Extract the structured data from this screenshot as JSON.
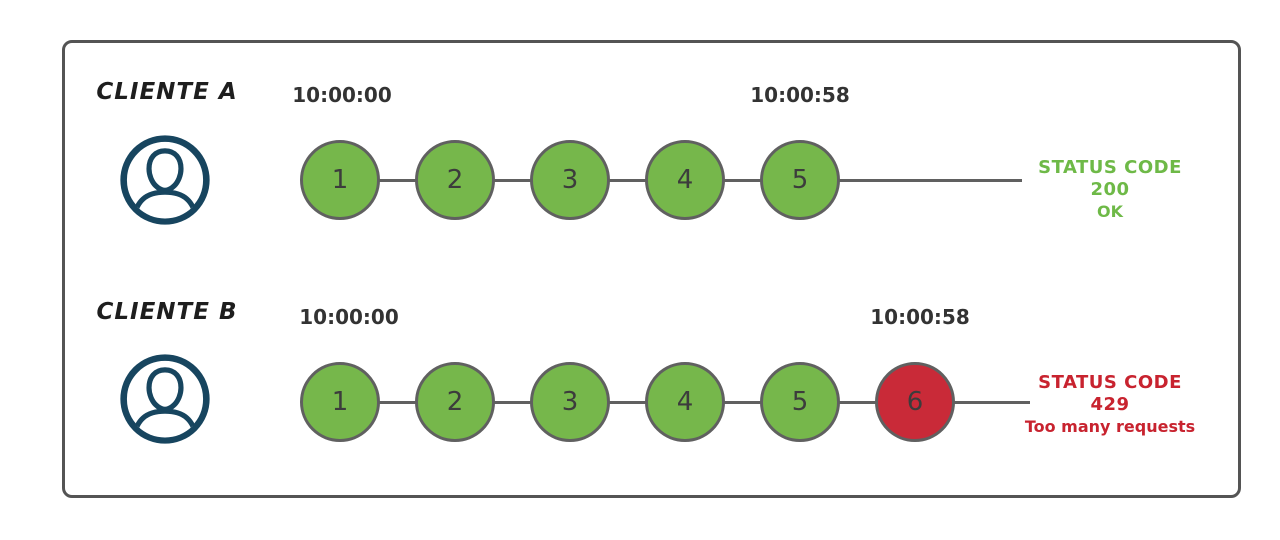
{
  "colors": {
    "request_ok_fill": "#76b74b",
    "request_error_fill": "#c92a38",
    "circle_border": "#606060",
    "timeline_line": "#606060",
    "status_ok_text": "#6eb947",
    "status_error_text": "#c8232f",
    "avatar_navy": "#17455f",
    "frame_border": "#545454",
    "time_text": "#333333",
    "client_text": "#1e1e1e"
  },
  "rows": [
    {
      "client": "CLIENTE A",
      "client_icon": "user-circle-icon",
      "start_time": "10:00:00",
      "end_time": "10:00:58",
      "requests": [
        {
          "n": "1",
          "status": "ok"
        },
        {
          "n": "2",
          "status": "ok"
        },
        {
          "n": "3",
          "status": "ok"
        },
        {
          "n": "4",
          "status": "ok"
        },
        {
          "n": "5",
          "status": "ok"
        }
      ],
      "status_code_line": "STATUS CODE 200",
      "status_text_line": "OK",
      "result": "ok"
    },
    {
      "client": "CLIENTE B",
      "client_icon": "user-circle-icon",
      "start_time": "10:00:00",
      "end_time": "10:00:58",
      "requests": [
        {
          "n": "1",
          "status": "ok"
        },
        {
          "n": "2",
          "status": "ok"
        },
        {
          "n": "3",
          "status": "ok"
        },
        {
          "n": "4",
          "status": "ok"
        },
        {
          "n": "5",
          "status": "ok"
        },
        {
          "n": "6",
          "status": "error"
        }
      ],
      "status_code_line": "STATUS CODE 429",
      "status_text_line": "Too many requests",
      "result": "error"
    }
  ]
}
